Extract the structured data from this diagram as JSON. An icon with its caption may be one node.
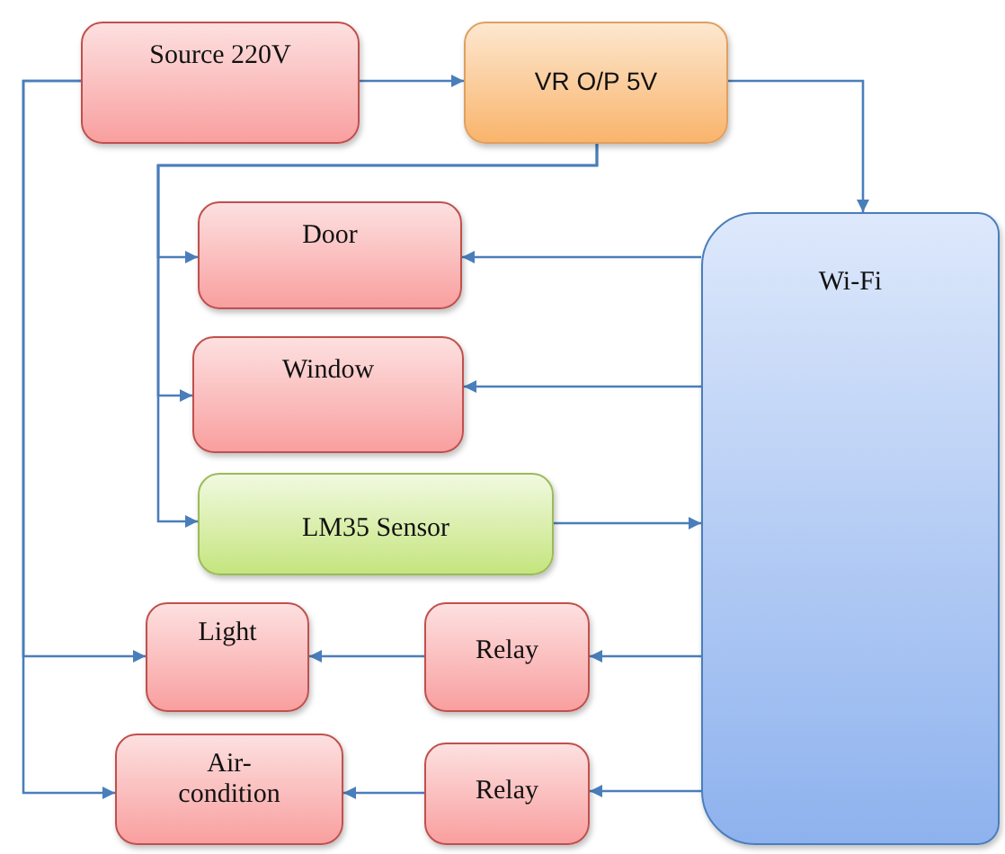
{
  "diagram": {
    "nodes": [
      {
        "text": [
          "Source 220V"
        ]
      },
      {
        "text": [
          "VR O/P 5V"
        ]
      },
      {
        "text": [
          "Wi-Fi"
        ]
      },
      {
        "text": [
          "Door"
        ]
      },
      {
        "text": [
          "Window"
        ]
      },
      {
        "text": [
          "LM35 Sensor"
        ]
      },
      {
        "text": [
          "Light"
        ]
      },
      {
        "text": [
          "Relay"
        ]
      },
      {
        "text": [
          "Air-condition"
        ]
      },
      {
        "text": [
          "Relay"
        ]
      }
    ],
    "edges": [
      {
        "from": 0,
        "to": 1,
        "arrow": "to"
      },
      {
        "from": 1,
        "to": 2,
        "arrow": "to"
      },
      {
        "from": 1,
        "to": 3,
        "arrow": "to"
      },
      {
        "from": 1,
        "to": 4,
        "arrow": "to"
      },
      {
        "from": 1,
        "to": 5,
        "arrow": "to"
      },
      {
        "from": 0,
        "to": 6,
        "arrow": "to"
      },
      {
        "from": 0,
        "to": 8,
        "arrow": "to"
      },
      {
        "from": 2,
        "to": 3,
        "arrow": "to"
      },
      {
        "from": 2,
        "to": 4,
        "arrow": "to"
      },
      {
        "from": 5,
        "to": 2,
        "arrow": "to"
      },
      {
        "from": 2,
        "to": 7,
        "arrow": "to"
      },
      {
        "from": 7,
        "to": 6,
        "arrow": "to"
      },
      {
        "from": 2,
        "to": 9,
        "arrow": "to"
      },
      {
        "from": 9,
        "to": 8,
        "arrow": "to"
      }
    ]
  }
}
